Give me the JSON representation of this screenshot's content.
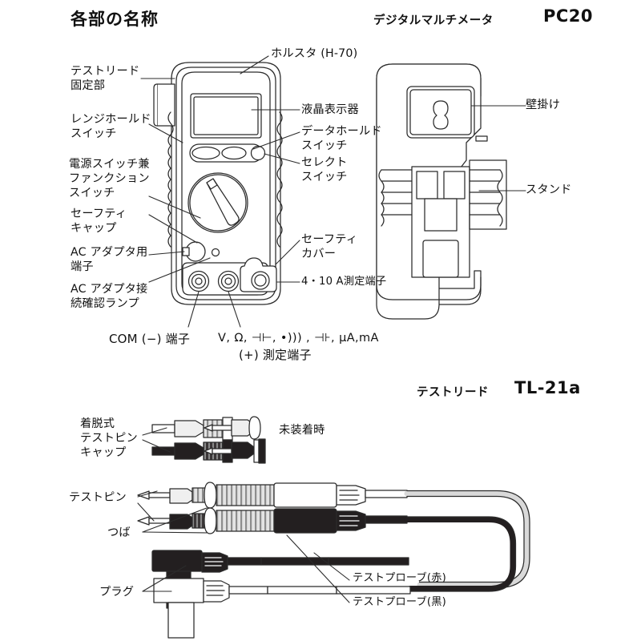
{
  "header": {
    "title": "各部の名称",
    "product_label": "デジタルマルチメータ",
    "product_model": "PC20"
  },
  "lead_header": {
    "product_label": "テストリード",
    "product_model": "TL-21a"
  },
  "meter_labels": {
    "test_lead_holder": "テストリード\n固定部",
    "range_hold_switch": "レンジホールド\nスイッチ",
    "power_function_switch": "電源スイッチ兼\nファンクション\nスイッチ",
    "safety_cap": "セーフティ\nキャップ",
    "ac_adapter_terminal": "AC アダプタ用\n端子",
    "ac_adapter_lamp": "AC アダプタ接\n続確認ランプ",
    "holster": "ホルスタ (H-70)",
    "lcd_display": "液晶表示器",
    "data_hold_switch": "データホールド\nスイッチ",
    "select_switch": "セレクト\nスイッチ",
    "safety_cover": "セーフティ\nカバー",
    "current_terminal": "4・10 A測定端子",
    "com_terminal": "COM (−) 端子",
    "positive_terminal_symbols": "V, Ω, ⊣⊢, •))) , ⊣⊦, μA,mA",
    "positive_terminal": "(+) 測定端子",
    "wall_mount": "壁掛け",
    "stand": "スタンド"
  },
  "lead_labels": {
    "detachable_cap": "着脱式\nテストピン\nキャップ",
    "not_attached": "未装着時",
    "test_pin": "テストピン",
    "flange": "つば",
    "plug": "プラグ",
    "probe_red": "テストプローブ(赤)",
    "probe_black": "テストプローブ(黒)"
  },
  "colors": {
    "line": "#2b2b2b",
    "body_fill": "#ffffff",
    "shade": "#d8d8d8",
    "dark_part": "#231f20",
    "text": "#111111"
  }
}
